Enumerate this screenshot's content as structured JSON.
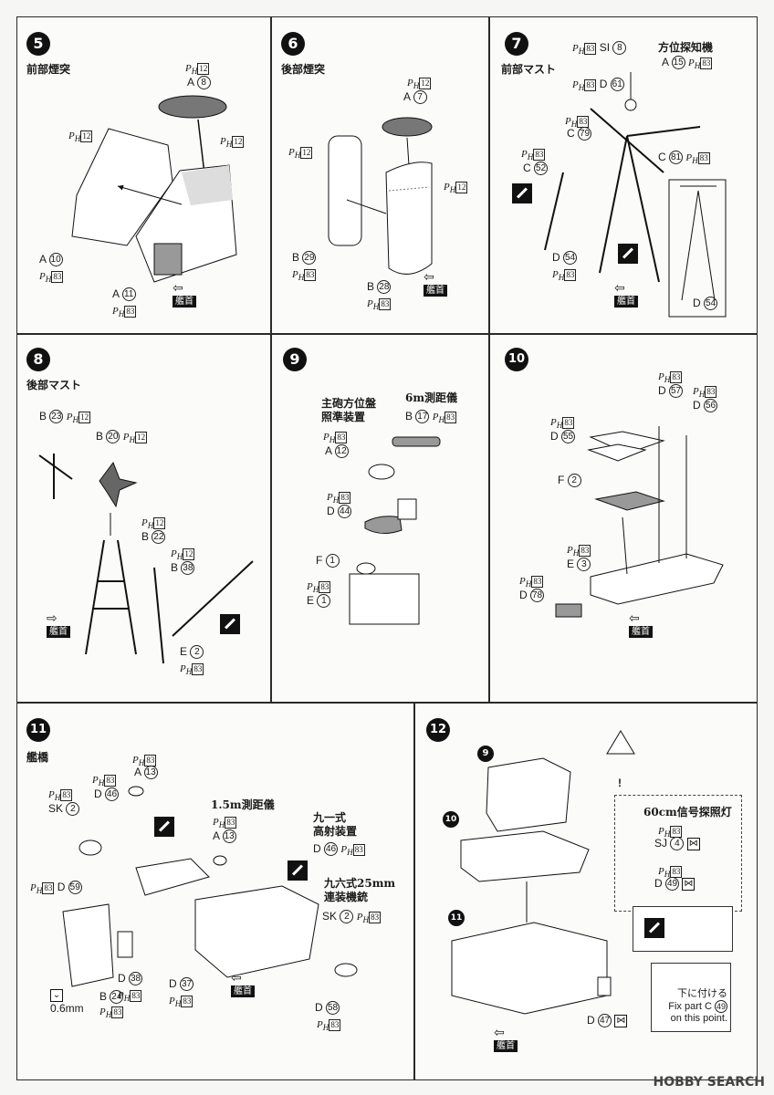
{
  "steps": [
    {
      "num": "5",
      "title": "前部煙突"
    },
    {
      "num": "6",
      "title": "後部煙突"
    },
    {
      "num": "7",
      "title": "前部マスト"
    },
    {
      "num": "8",
      "title": "後部マスト"
    },
    {
      "num": "9",
      "title": ""
    },
    {
      "num": "10",
      "title": ""
    },
    {
      "num": "11",
      "title": "艦橋"
    },
    {
      "num": "12",
      "title": ""
    }
  ],
  "ph_prefix": "P",
  "ph_sub": "H",
  "ph_num": "83",
  "ph_num12": "12",
  "bow_label": "艦首",
  "s5": {
    "a8": "A",
    "a8n": "8",
    "a10": "A",
    "a10n": "10",
    "a11": "A",
    "a11n": "11"
  },
  "s6": {
    "a7": "A",
    "a7n": "7",
    "b29": "B",
    "b29n": "29",
    "b28": "B",
    "b28n": "28"
  },
  "s7": {
    "si": "SI",
    "sin": "8",
    "antenna": "方位探知機",
    "a15": "A",
    "a15n": "15",
    "d61": "D",
    "d61n": "61",
    "c79": "C",
    "c79n": "79",
    "c81": "C",
    "c81n": "81",
    "c52": "C",
    "c52n": "52",
    "d54": "D",
    "d54n": "54",
    "inset": "D",
    "insetn": "54"
  },
  "s8": {
    "b23": "B",
    "b23n": "23",
    "b20": "B",
    "b20n": "20",
    "b22": "B",
    "b22n": "22",
    "b38": "B",
    "b38n": "38",
    "e2": "E",
    "e2n": "2"
  },
  "s9": {
    "t1": "主砲方位盤\n照準装置",
    "t2": "6m測距儀",
    "b17": "B",
    "b17n": "17",
    "a12": "A",
    "a12n": "12",
    "d44": "D",
    "d44n": "44",
    "f1": "F",
    "f1n": "1",
    "e1": "E",
    "e1n": "1"
  },
  "s10": {
    "d57": "D",
    "d57n": "57",
    "d56": "D",
    "d56n": "56",
    "d55": "D",
    "d55n": "55",
    "f2": "F",
    "f2n": "2",
    "e3": "E",
    "e3n": "3",
    "d78": "D",
    "d78n": "78"
  },
  "s11": {
    "a13": "A",
    "a13n": "13",
    "d46": "D",
    "d46n": "46",
    "sk2": "SK",
    "sk2n": "2",
    "t1": "1.5m測距儀",
    "a13b": "A",
    "a13bn": "13",
    "t2": "九一式\n高射装置",
    "d46b": "D",
    "d46bn": "46",
    "t3": "九六式25mm\n連装機銃",
    "sk2b": "SK",
    "sk2bn": "2",
    "d59": "D",
    "d59n": "59",
    "d38": "D",
    "d38n": "38",
    "d37": "D",
    "d37n": "37",
    "b24": "B",
    "b24n": "24",
    "d58": "D",
    "d58n": "58",
    "mm": "0.6mm"
  },
  "s12": {
    "ref9": "9",
    "ref10": "10",
    "ref11": "11",
    "lamp": "60cm信号探照灯",
    "sj": "SJ",
    "sjn": "4",
    "d49": "D",
    "d49n": "49",
    "d47": "D",
    "d47n": "47",
    "warn": "!",
    "note_jp": "下に付ける",
    "note_en1": "Fix part C",
    "note_en1n": "49",
    "note_en2": "on this point."
  },
  "watermark": "HOBBY SEARCH"
}
